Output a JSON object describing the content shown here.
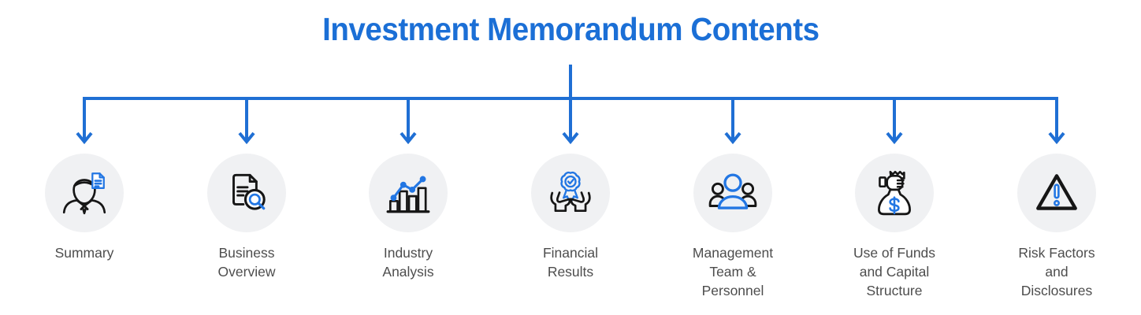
{
  "title": "Investment Memorandum Contents",
  "colors": {
    "accent_blue": "#1b6fd6",
    "icon_blue": "#2276e3",
    "icon_black": "#161616",
    "circle_background": "#f0f1f3",
    "label_gray": "#4d4d4d"
  },
  "items": [
    {
      "label": "Summary",
      "icon": "person-document-icon"
    },
    {
      "label": "Business\nOverview",
      "icon": "document-magnifier-icon"
    },
    {
      "label": "Industry\nAnalysis",
      "icon": "bar-chart-trend-icon"
    },
    {
      "label": "Financial\nResults",
      "icon": "hands-award-badge-icon"
    },
    {
      "label": "Management\nTeam &\nPersonnel",
      "icon": "team-people-icon"
    },
    {
      "label": "Use of Funds\nand Capital\nStructure",
      "icon": "money-bag-hand-icon"
    },
    {
      "label": "Risk Factors\nand\nDisclosures",
      "icon": "warning-triangle-icon"
    }
  ]
}
